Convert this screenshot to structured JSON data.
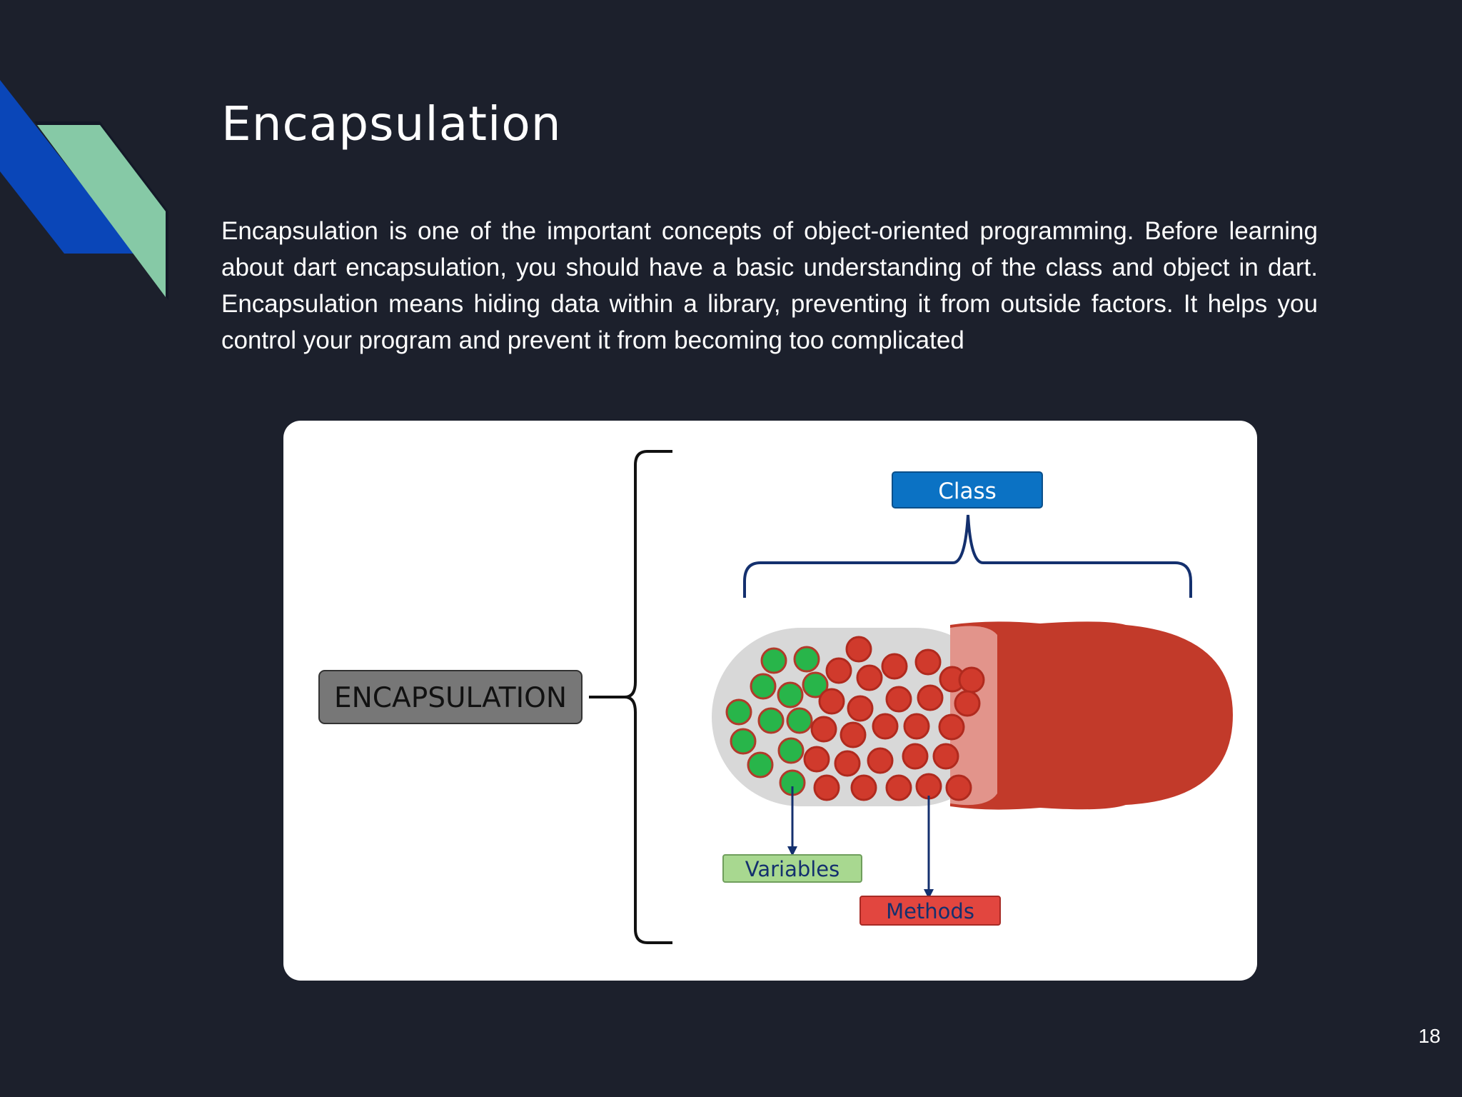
{
  "slide": {
    "title": "Encapsulation",
    "body": "Encapsulation is one of the important concepts of object-oriented programming. Before learning about dart encapsulation, you should have a basic understanding of the class and object in dart. Encapsulation means hiding data within a library, preventing it from outside factors. It helps you control your program and prevent it from becoming too complicated",
    "page_number": "18"
  },
  "diagram": {
    "root_label": "ENCAPSULATION",
    "class_label": "Class",
    "variables_label": "Variables",
    "methods_label": "Methods"
  },
  "colors": {
    "background": "#1c202c",
    "deco_blue": "#0a46b8",
    "deco_green": "#86c9a6",
    "class_box": "#0b72c4",
    "variables_box": "#a8d890",
    "methods_box": "#e2463f",
    "capsule_red": "#c23a2a",
    "green_ball": "#28b54a",
    "red_ball": "#d03a2c",
    "encapsulation_box": "#777777"
  }
}
